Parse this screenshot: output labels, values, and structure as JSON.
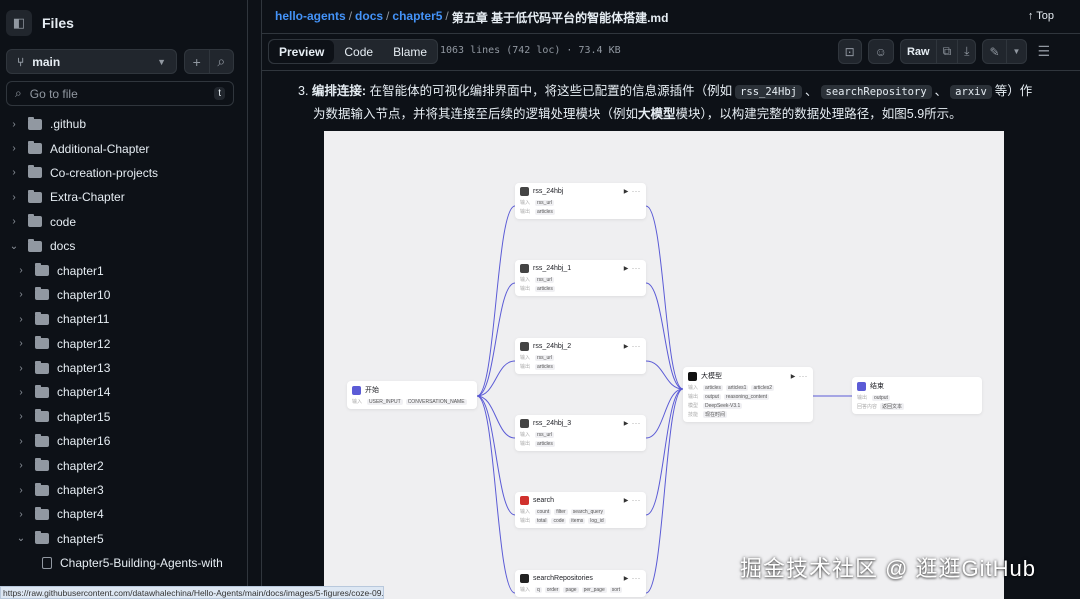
{
  "sidebar": {
    "title": "Files",
    "branch": "main",
    "goto_placeholder": "Go to file",
    "goto_shortcut": "t",
    "tree": [
      {
        "label": ".github",
        "type": "folder",
        "depth": 0,
        "expanded": false
      },
      {
        "label": "Additional-Chapter",
        "type": "folder",
        "depth": 0,
        "expanded": false
      },
      {
        "label": "Co-creation-projects",
        "type": "folder",
        "depth": 0,
        "expanded": false
      },
      {
        "label": "Extra-Chapter",
        "type": "folder",
        "depth": 0,
        "expanded": false
      },
      {
        "label": "code",
        "type": "folder",
        "depth": 0,
        "expanded": false
      },
      {
        "label": "docs",
        "type": "folder",
        "depth": 0,
        "expanded": true
      },
      {
        "label": "chapter1",
        "type": "folder",
        "depth": 1,
        "expanded": false
      },
      {
        "label": "chapter10",
        "type": "folder",
        "depth": 1,
        "expanded": false
      },
      {
        "label": "chapter11",
        "type": "folder",
        "depth": 1,
        "expanded": false
      },
      {
        "label": "chapter12",
        "type": "folder",
        "depth": 1,
        "expanded": false
      },
      {
        "label": "chapter13",
        "type": "folder",
        "depth": 1,
        "expanded": false
      },
      {
        "label": "chapter14",
        "type": "folder",
        "depth": 1,
        "expanded": false
      },
      {
        "label": "chapter15",
        "type": "folder",
        "depth": 1,
        "expanded": false
      },
      {
        "label": "chapter16",
        "type": "folder",
        "depth": 1,
        "expanded": false
      },
      {
        "label": "chapter2",
        "type": "folder",
        "depth": 1,
        "expanded": false
      },
      {
        "label": "chapter3",
        "type": "folder",
        "depth": 1,
        "expanded": false
      },
      {
        "label": "chapter4",
        "type": "folder",
        "depth": 1,
        "expanded": false
      },
      {
        "label": "chapter5",
        "type": "folder",
        "depth": 1,
        "expanded": true
      },
      {
        "label": "Chapter5-Building-Agents-with",
        "type": "file",
        "depth": 2
      }
    ]
  },
  "status_url": "https://raw.githubusercontent.com/datawhalechina/Hello-Agents/main/docs/images/5-figures/coze-09.png",
  "header": {
    "breadcrumbs": [
      "hello-agents",
      "docs",
      "chapter5"
    ],
    "filename": "第五章 基于低代码平台的智能体搭建.md",
    "top_label": "Top"
  },
  "toolbar": {
    "tabs": [
      "Preview",
      "Code",
      "Blame"
    ],
    "active_tab": "Preview",
    "file_info": "1063 lines (742 loc) · 73.4 KB",
    "raw_label": "Raw"
  },
  "content": {
    "item_number": "3.",
    "bold_lead": "编排连接:",
    "text1": " 在智能体的可视化编排界面中，将这些已配置的信息源插件（例如",
    "code1": "rss_24Hbj",
    "sep1": "、",
    "code2": "searchRepository",
    "sep2": "、",
    "code3": "arxiv",
    "text2": "等）作",
    "text3": "为数据输入节点，并将其连接至后续的逻辑处理模块（例如",
    "bold2": "大模型",
    "text4": "模块），以构建完整的数据处理路径，如图5.9所示。"
  },
  "figure": {
    "accent": "#5b5bd6",
    "nodes": [
      {
        "id": "start",
        "title": "开始",
        "icon": "start-icon",
        "rows": [
          {
            "label": "输入",
            "tags": [
              "USER_INPUT",
              "CONVERSATION_NAME"
            ]
          }
        ]
      },
      {
        "id": "rss0",
        "title": "rss_24hbj",
        "icon": "rss-plugin-icon",
        "rows": [
          {
            "label": "输入",
            "tags": [
              "rss_url"
            ]
          },
          {
            "label": "输出",
            "tags": [
              "articles"
            ]
          }
        ]
      },
      {
        "id": "rss1",
        "title": "rss_24hbj_1",
        "icon": "rss-plugin-icon",
        "rows": [
          {
            "label": "输入",
            "tags": [
              "rss_url"
            ]
          },
          {
            "label": "输出",
            "tags": [
              "articles"
            ]
          }
        ]
      },
      {
        "id": "rss2",
        "title": "rss_24hbj_2",
        "icon": "rss-plugin-icon",
        "rows": [
          {
            "label": "输入",
            "tags": [
              "rss_url"
            ]
          },
          {
            "label": "输出",
            "tags": [
              "articles"
            ]
          }
        ]
      },
      {
        "id": "rss3",
        "title": "rss_24hbj_3",
        "icon": "rss-plugin-icon",
        "rows": [
          {
            "label": "输入",
            "tags": [
              "rss_url"
            ]
          },
          {
            "label": "输出",
            "tags": [
              "articles"
            ]
          }
        ]
      },
      {
        "id": "search",
        "title": "search",
        "icon": "search-plugin-icon",
        "rows": [
          {
            "label": "输入",
            "tags": [
              "count",
              "filter",
              "search_query"
            ]
          },
          {
            "label": "输出",
            "tags": [
              "total",
              "code",
              "items",
              "log_id"
            ]
          }
        ]
      },
      {
        "id": "repos",
        "title": "searchRepositories",
        "icon": "github-icon",
        "rows": [
          {
            "label": "输入",
            "tags": [
              "q",
              "order",
              "page",
              "per_page",
              "sort"
            ]
          }
        ]
      },
      {
        "id": "llm",
        "title": "大模型",
        "icon": "llm-icon",
        "rows": [
          {
            "label": "输入",
            "tags": [
              "articles",
              "articles1",
              "articles2"
            ]
          },
          {
            "label": "输出",
            "tags": [
              "output",
              "reasoning_content"
            ]
          },
          {
            "label": "模型",
            "tags": [
              "DeepSeek-V3.1"
            ]
          },
          {
            "label": "技能",
            "tags": [
              "现在时间"
            ]
          }
        ]
      },
      {
        "id": "end",
        "title": "结束",
        "icon": "end-icon",
        "rows": [
          {
            "label": "输出",
            "tags": [
              "output"
            ]
          },
          {
            "label": "回答内容",
            "tags": [
              "返回文本"
            ]
          }
        ]
      }
    ]
  },
  "watermark": "掘金技术社区 @ 逛逛GitHub"
}
